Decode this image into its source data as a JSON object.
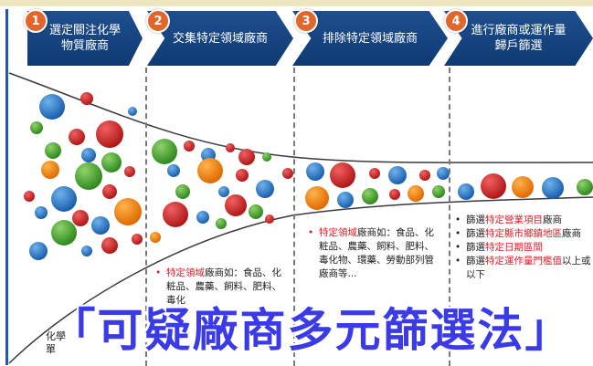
{
  "stages": [
    {
      "num": "1",
      "label": "選定關注化學\n物質廠商"
    },
    {
      "num": "2",
      "label": "交集特定領域廠商"
    },
    {
      "num": "3",
      "label": "排除特定領域廠商"
    },
    {
      "num": "4",
      "label": "進行廠商或運作量\n歸戶篩選"
    }
  ],
  "notes": {
    "stage2": {
      "highlight": "特定領域",
      "text": "廠商如：食品、化粧品、農藥、飼料、肥料、毒化"
    },
    "stage3": {
      "highlight": "特定領域",
      "text": "廠商如：食品、化粧品、農藥、飼料、肥料、毒化物、環藥、勞動部列管廠商等..."
    },
    "stage4": [
      {
        "prefix": "篩選",
        "highlight": "特定營業項目",
        "suffix": "廠商"
      },
      {
        "prefix": "篩選",
        "highlight": "特定縣市鄉鎮地區",
        "suffix": "廠商"
      },
      {
        "prefix": "篩選",
        "highlight": "特定日期區間",
        "suffix": ""
      },
      {
        "prefix": "篩選",
        "highlight": "特定運作量門檻值",
        "suffix": "以上或以下"
      }
    ],
    "stage1_partial": {
      "highlight": "化學",
      "text": "單"
    }
  },
  "banner": "「可疑廠商多元篩選法」",
  "colors": {
    "stage_blue": "#1f4f8f",
    "number_orange": "#e0662b",
    "highlight_red": "#d8202a",
    "banner_blue": "#3a3ae6"
  }
}
